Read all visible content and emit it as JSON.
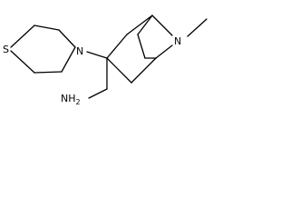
{
  "molecule": {
    "atoms": {
      "sulfur": "S",
      "morpholine_nitrogen": "N",
      "bridge_nitrogen": "N",
      "amine": "NH",
      "amine_subscript": "2"
    },
    "colors": {
      "bond": "#000000",
      "text": "#000000",
      "background": "#ffffff"
    }
  }
}
